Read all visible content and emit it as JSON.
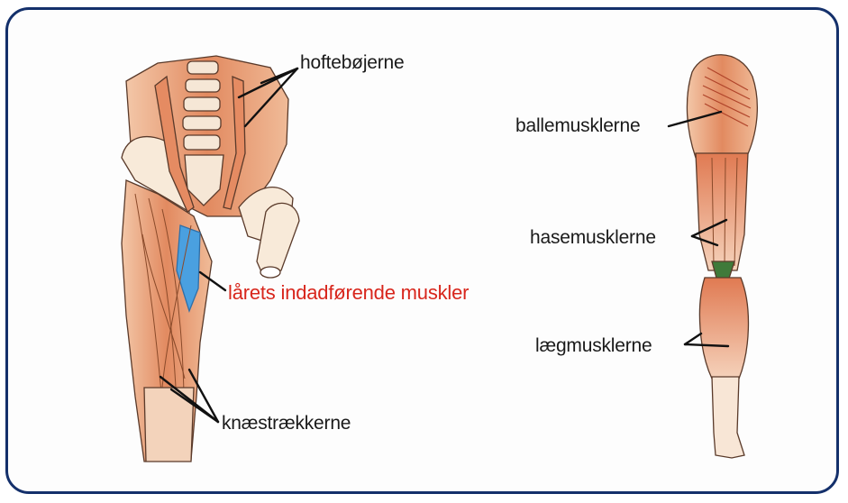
{
  "labels": {
    "hip_flexors": "hoftebøjerne",
    "thigh_adductors": "lårets indadførende muskler",
    "knee_extensors": "knæstrækkerne",
    "gluteals": "ballemusklerne",
    "hamstrings": "hasemusklerne",
    "calf_muscles": "lægmusklerne"
  },
  "colors": {
    "border": "#14306b",
    "muscle": "#e8a47c",
    "muscle_dark": "#d9744e",
    "adductor_highlight": "#4aa0e0",
    "label_accent": "#d8261c"
  }
}
